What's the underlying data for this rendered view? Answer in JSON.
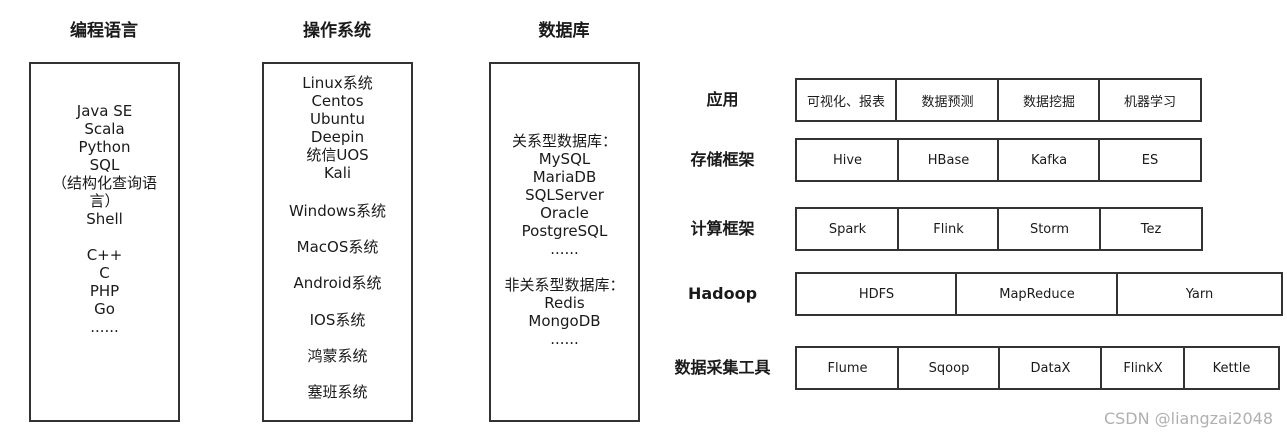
{
  "columns": [
    {
      "heading": "编程语言",
      "lines": [
        "Java SE",
        "Scala",
        "Python",
        "SQL",
        "（结构化查询语",
        "言）",
        "Shell",
        "",
        "C++",
        "C",
        "PHP",
        "Go",
        "......"
      ]
    },
    {
      "heading": "操作系统",
      "groups": [
        "Linux系统\nCentos\nUbuntu\nDeepin\n统信UOS\nKali",
        "Windows系统",
        "MacOS系统",
        "Android系统",
        "IOS系统",
        "鸿蒙系统",
        "塞班系统"
      ]
    },
    {
      "heading": "数据库",
      "lines": [
        "关系型数据库：",
        "MySQL",
        "MariaDB",
        "SQLServer",
        "Oracle",
        "PostgreSQL",
        "......",
        "",
        "非关系型数据库：",
        "Redis",
        "MongoDB",
        "......"
      ]
    }
  ],
  "stack": [
    {
      "label": "应用",
      "cells": [
        "可视化、报表",
        "数据预测",
        "数据挖掘",
        "机器学习"
      ]
    },
    {
      "label": "存储框架",
      "cells": [
        "Hive",
        "HBase",
        "Kafka",
        "ES"
      ]
    },
    {
      "label": "计算框架",
      "cells": [
        "Spark",
        "Flink",
        "Storm",
        "Tez"
      ]
    },
    {
      "label": "Hadoop",
      "cells": [
        "HDFS",
        "MapReduce",
        "Yarn"
      ]
    },
    {
      "label": "数据采集工具",
      "cells": [
        "Flume",
        "Sqoop",
        "DataX",
        "FlinkX",
        "Kettle"
      ]
    }
  ],
  "watermark": "CSDN @liangzai2048"
}
